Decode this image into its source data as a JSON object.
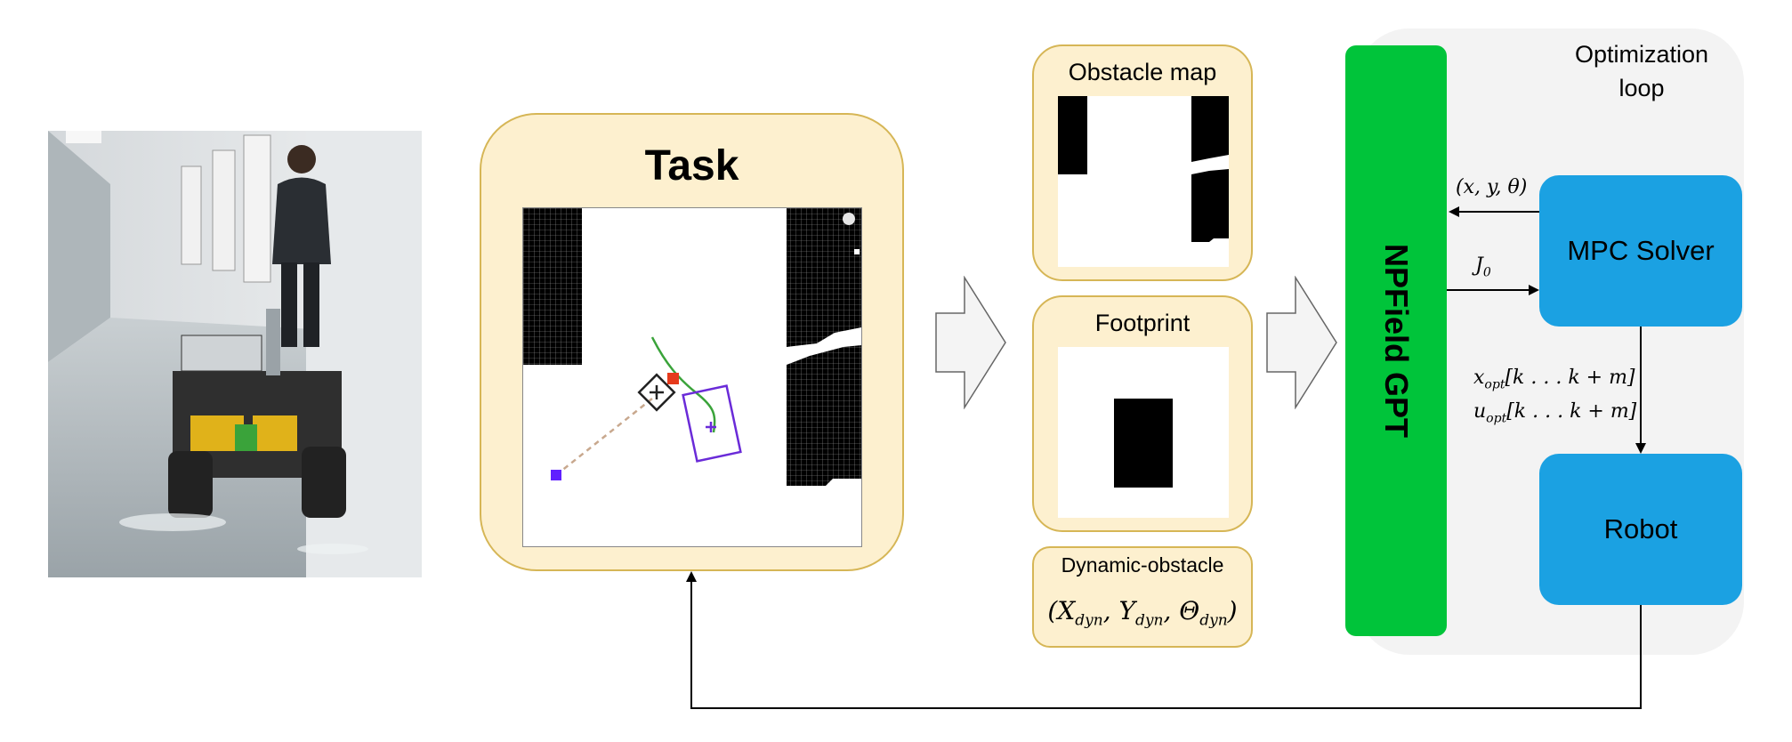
{
  "task": {
    "title": "Task"
  },
  "obstacle_map": {
    "title": "Obstacle map"
  },
  "footprint": {
    "title": "Footprint"
  },
  "dynamic_obstacle": {
    "title": "Dynamic-obstacle",
    "tuple": {
      "open": "(",
      "x": "X",
      "y": "Y",
      "theta": "Θ",
      "sub": "dyn",
      "sep": ", ",
      "close": ")"
    }
  },
  "npfield": {
    "label": "NPField GPT"
  },
  "optimization_loop": {
    "label_line1": "Optimization",
    "label_line2": "loop"
  },
  "mpc": {
    "label": "MPC Solver"
  },
  "robot": {
    "label": "Robot"
  },
  "arrows": {
    "state": "(x, y, θ)",
    "cost": {
      "base": "J",
      "sub": "0"
    },
    "x_opt": {
      "base": "x",
      "sub": "opt",
      "rest": "[k . . . k + m]"
    },
    "u_opt": {
      "base": "u",
      "sub": "opt",
      "rest": "[k . . . k + m]"
    }
  },
  "colors": {
    "tan_fill": "#fdf0cf",
    "tan_border": "#d6b656",
    "npfield_green": "#00c43a",
    "mpc_blue": "#1ba1e2",
    "loop_gray": "#f3f3f3",
    "goal_purple": "#6020ff",
    "target_red": "#e63a1c",
    "path_green": "#3aa33a"
  }
}
